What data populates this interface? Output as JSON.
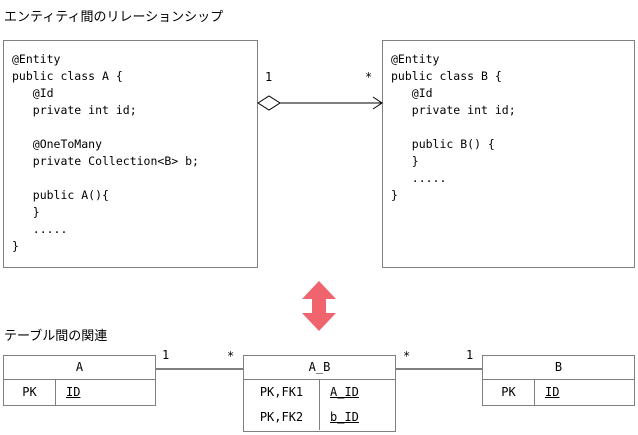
{
  "headings": {
    "entity_relationship": "エンティティ間のリレーションシップ",
    "table_relationship": "テーブル間の関連"
  },
  "entity_a": {
    "code": "@Entity\npublic class A {\n   @Id\n   private int id;\n\n   @OneToMany\n   private Collection<B> b;\n\n   public A(){\n   }\n   .....\n}"
  },
  "entity_b": {
    "code": "@Entity\npublic class B {\n   @Id\n   private int id;\n\n   public B() {\n   }\n   .....\n}"
  },
  "entity_association": {
    "source_multiplicity": "1",
    "target_multiplicity": "*"
  },
  "tables": {
    "a": {
      "name": "A",
      "rows": [
        {
          "key": "PK",
          "column": "ID"
        }
      ]
    },
    "a_b": {
      "name": "A_B",
      "rows": [
        {
          "key": "PK,FK1",
          "column": "A_ID"
        },
        {
          "key": "PK,FK2",
          "column": "b_ID"
        }
      ]
    },
    "b": {
      "name": "B",
      "rows": [
        {
          "key": "PK",
          "column": "ID"
        }
      ]
    }
  },
  "table_links": {
    "a_to_ab": {
      "left": "1",
      "right": "*"
    },
    "ab_to_b": {
      "left": "*",
      "right": "1"
    }
  },
  "colors": {
    "arrow": "#f0646e",
    "border": "#808080"
  }
}
